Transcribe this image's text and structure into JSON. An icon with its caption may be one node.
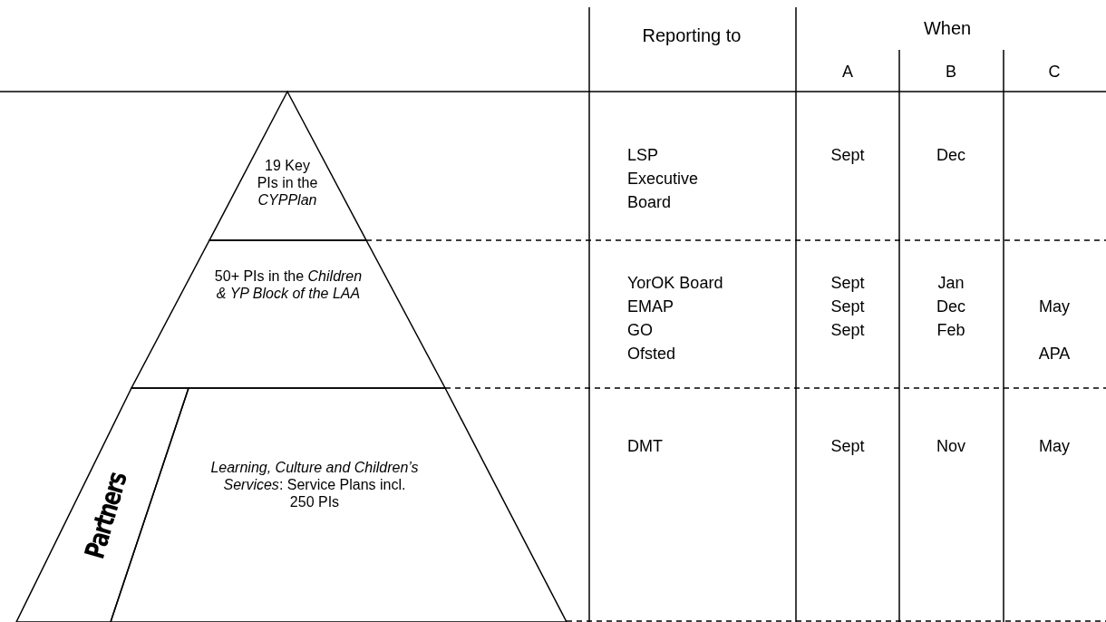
{
  "diagram": {
    "nodes": [
      {
        "text": [
          "19 Key PIs in the *CYPPlan*"
        ]
      },
      {
        "text": [
          "50+ PIs in the *Children & YP Block of the LAA*"
        ]
      },
      {
        "text": [
          "Partners"
        ]
      },
      {
        "text": [
          "*Learning, Culture and Children’s Services*: Service Plans incl. 250 PIs"
        ]
      }
    ],
    "edges": [],
    "labels": [
      "Reporting to",
      "When",
      "A",
      "B",
      "C",
      "LSP Executive Board",
      "Sept",
      "Dec",
      "YorOK Board",
      "Sept",
      "Jan",
      "EMAP",
      "Sept",
      "Dec",
      "May",
      "GO",
      "Sept",
      "Feb",
      "Ofsted",
      "APA",
      "DMT",
      "Sept",
      "Nov",
      "May"
    ]
  }
}
